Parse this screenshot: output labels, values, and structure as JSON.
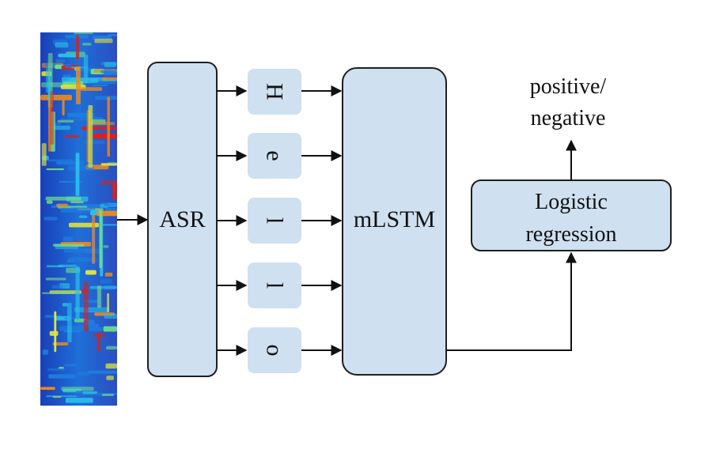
{
  "diagram": {
    "spectrogram": {
      "label": "",
      "colors": [
        "#1a3fb8",
        "#1e7de0",
        "#28c0e8",
        "#6fe08a",
        "#e6e838",
        "#f08a1a",
        "#e01f14"
      ]
    },
    "asr_label": "ASR",
    "characters": [
      "H",
      "e",
      "l",
      "l",
      "o"
    ],
    "mlstm_label": "mLSTM",
    "logistic_label_line1": "Logistic",
    "logistic_label_line2": "regression",
    "output_label_line1": "positive/",
    "output_label_line2": "negative",
    "colors": {
      "box_fill": "#cfe0f1",
      "stroke": "#1f1f1f",
      "arrow": "#111111"
    }
  }
}
